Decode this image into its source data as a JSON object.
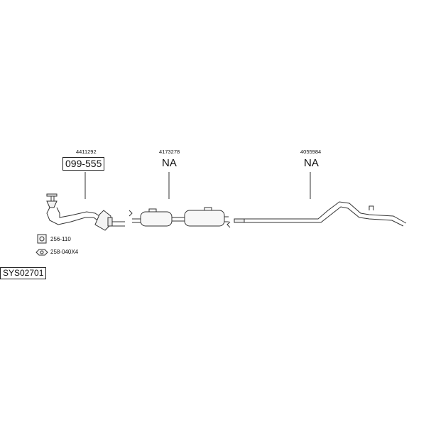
{
  "system_code": "SYS02701",
  "parts": [
    {
      "part_number": "4411292",
      "code": "099-555"
    },
    {
      "part_number": "4173278",
      "code": "NA"
    },
    {
      "part_number": "4055984",
      "code": "NA"
    }
  ],
  "fittings": [
    {
      "label": "256-110",
      "icon": "gasket-icon"
    },
    {
      "label": "258-040X4",
      "icon": "nut-icon"
    }
  ]
}
